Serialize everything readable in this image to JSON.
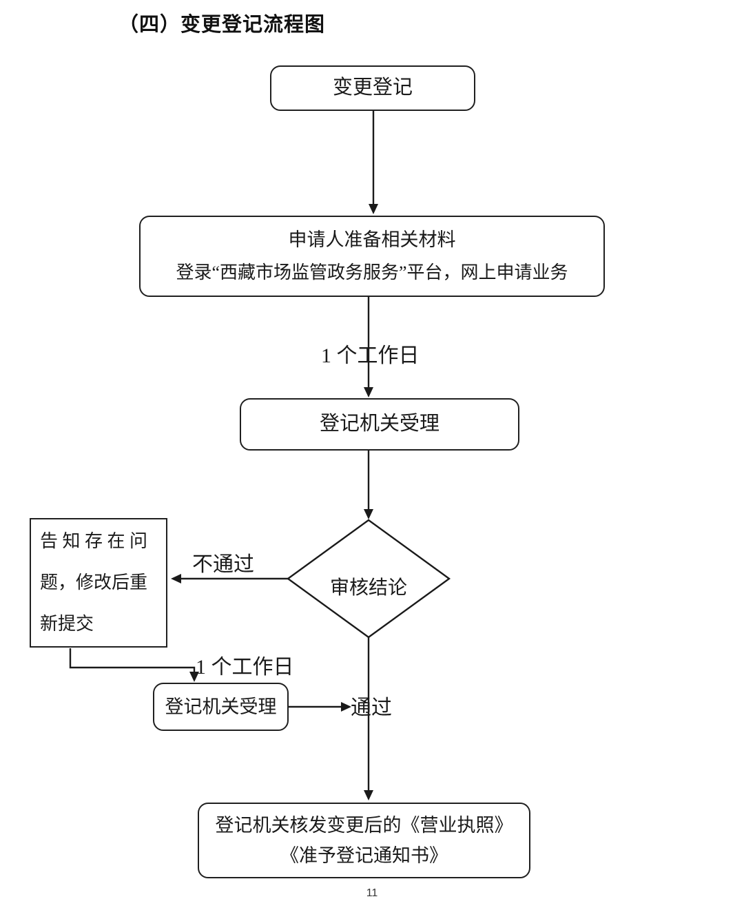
{
  "title": "（四）变更登记流程图",
  "page_number": "11",
  "colors": {
    "ink": "#1a1a1a",
    "background": "#ffffff"
  },
  "flow": {
    "start": "变更登记",
    "prepare_line1": "申请人准备相关材料",
    "prepare_line2": "登录“西藏市场监管政务服务”平台，网上申请业务",
    "workday_label_1": "1 个工作日",
    "accept_1": "登记机关受理",
    "decision": "审核结论",
    "notify_line1": "告 知 存 在 问",
    "notify_line2": "题，修改后重",
    "notify_line3": "新提交",
    "fail_label": "不通过",
    "workday_label_2": "1 个工作日",
    "accept_2": "登记机关受理",
    "pass_label": "通过",
    "result_line1": "登记机关核发变更后的《营业执照》",
    "result_line2": "《准予登记通知书》"
  }
}
